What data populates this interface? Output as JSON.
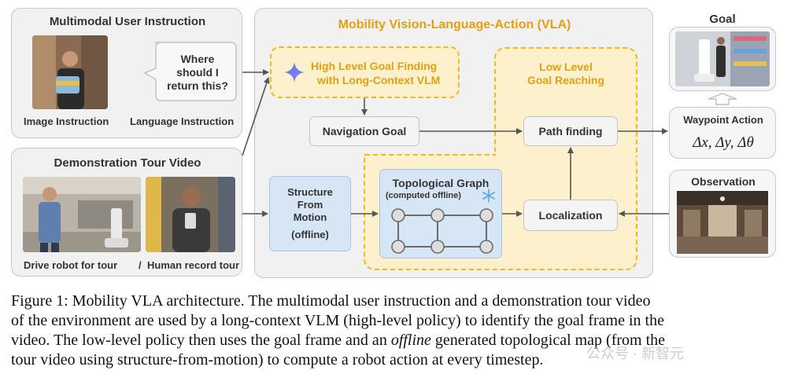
{
  "instruction_panel": {
    "title": "Multimodal User Instruction",
    "bubble_text": "Where should I return this?",
    "image_label": "Image Instruction",
    "language_label": "Language Instruction"
  },
  "tour_panel": {
    "title": "Demonstration Tour Video",
    "drive_label": "Drive robot for tour",
    "separator": "/",
    "record_label": "Human record tour"
  },
  "vla_panel": {
    "title": "Mobility Vision-Language-Action (VLA)",
    "high_level_line1": "High Level Goal Finding",
    "high_level_line2": "with Long-Context VLM",
    "low_level_line1": "Low Level",
    "low_level_line2": "Goal Reaching",
    "navigation_goal": "Navigation Goal",
    "path_finding": "Path finding",
    "localization": "Localization",
    "sfm_line1": "Structure",
    "sfm_line2": "From",
    "sfm_line3": "Motion",
    "sfm_line4": "(offline)",
    "topo_title": "Topological Graph",
    "topo_sub": "(computed offline)"
  },
  "goal_panel": {
    "title": "Goal"
  },
  "waypoint_panel": {
    "title": "Waypoint Action",
    "formula": "Δx, Δy, Δθ"
  },
  "observation_panel": {
    "title": "Observation"
  },
  "caption": {
    "line1": "Figure 1: Mobility VLA architecture. The multimodal user instruction and a demonstration tour video",
    "line2": "of the environment are used by a long-context VLM (high-level policy) to identify the goal frame in the",
    "line3": "video. The low-level policy then uses the goal frame and an",
    "line3_emph": "offline",
    "line3_tail": "generated topological map (from the",
    "line4": "tour video using structure-from-motion) to compute a robot action at every timestep."
  },
  "watermark": "公众号 · 新智元",
  "colors": {
    "accent_gold": "#e3a112",
    "dash_gold": "#f2b91c",
    "blue_box": "#d7e6f5",
    "yellow_fill": "#fdf0cc"
  }
}
